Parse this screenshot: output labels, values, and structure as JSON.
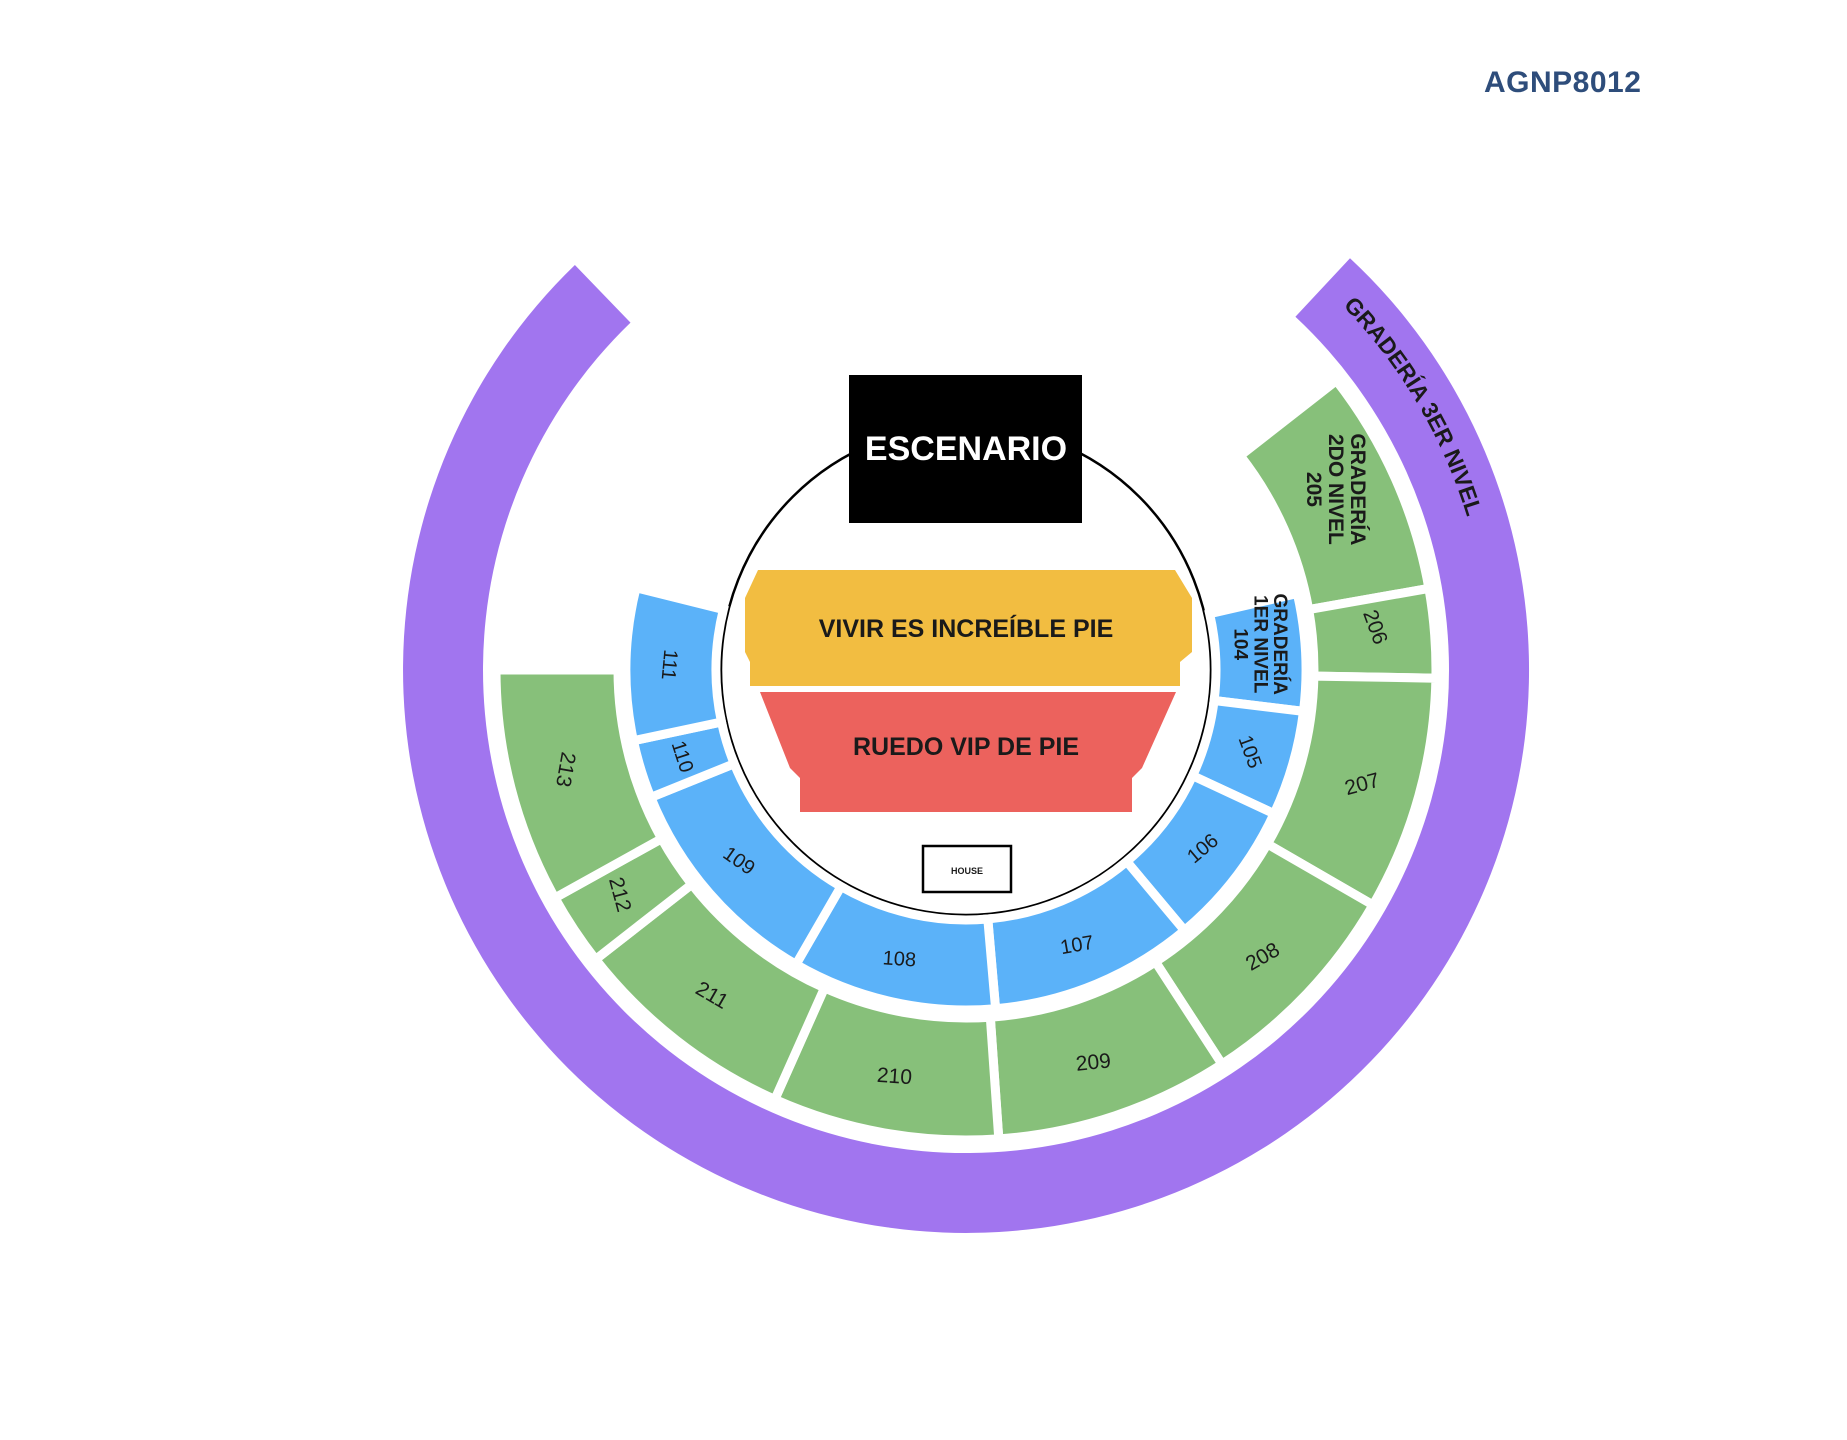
{
  "event_code": "AGNP8012",
  "colors": {
    "tier3": "#a175ef",
    "tier2": "#87c07a",
    "tier1": "#5bb2f9",
    "general": "#f2bd41",
    "vip": "#ec625d",
    "stage": "#000000",
    "code": "#2e4d7b"
  },
  "stage": {
    "label": "ESCENARIO"
  },
  "floor": {
    "general": {
      "label": "VIVIR ES INCREÍBLE PIE"
    },
    "vip": {
      "label": "RUEDO VIP DE PIE"
    },
    "booth": {
      "label": "HOUSE"
    }
  },
  "tier3": {
    "label": "GRADERÍA 3ER NIVEL"
  },
  "tier2": {
    "sections": [
      {
        "id": "205",
        "lines": [
          "GRADERÍA",
          "2DO NIVEL",
          "205"
        ]
      },
      {
        "id": "206",
        "lines": [
          "206"
        ]
      },
      {
        "id": "207",
        "lines": [
          "207"
        ]
      },
      {
        "id": "208",
        "lines": [
          "208"
        ]
      },
      {
        "id": "209",
        "lines": [
          "209"
        ]
      },
      {
        "id": "210",
        "lines": [
          "210"
        ]
      },
      {
        "id": "211",
        "lines": [
          "211"
        ]
      },
      {
        "id": "212",
        "lines": [
          "212"
        ]
      },
      {
        "id": "213",
        "lines": [
          "213"
        ]
      }
    ]
  },
  "tier1": {
    "sections": [
      {
        "id": "104",
        "lines": [
          "GRADERÍA",
          "1ER NIVEL",
          "104"
        ]
      },
      {
        "id": "105",
        "lines": [
          "105"
        ]
      },
      {
        "id": "106",
        "lines": [
          "106"
        ]
      },
      {
        "id": "107",
        "lines": [
          "107"
        ]
      },
      {
        "id": "108",
        "lines": [
          "108"
        ]
      },
      {
        "id": "109",
        "lines": [
          "109"
        ]
      },
      {
        "id": "110",
        "lines": [
          "110"
        ]
      },
      {
        "id": "111",
        "lines": [
          "111"
        ]
      }
    ]
  }
}
